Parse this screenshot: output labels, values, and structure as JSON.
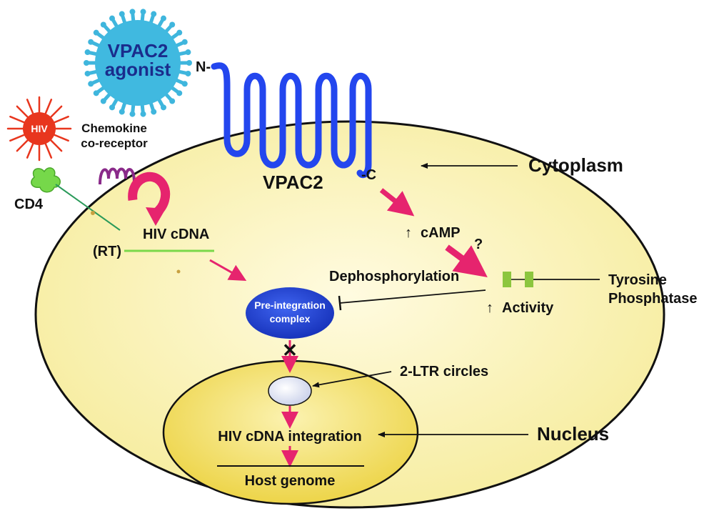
{
  "colors": {
    "cell": "#f8f0ae",
    "nucleus": "#f2dc5a",
    "receptor": "#2346ee",
    "arrow": "#e6246e",
    "agonist": "#3fb6dd",
    "hiv": "#e8361e",
    "cd4": "#7ad84a",
    "pic": "#1f3fc9",
    "phosphatase": "#8cc63e"
  },
  "labels": {
    "agonist": [
      "VPAC2",
      "agonist"
    ],
    "hiv": "HIV",
    "chemokine": [
      "Chemokine",
      "co-receptor"
    ],
    "cd4": "CD4",
    "receptor_n": "N-",
    "receptor_c": "-C",
    "vpac2": "VPAC2",
    "cytoplasm": "Cytoplasm",
    "hiv_cdna": "HIV cDNA",
    "rt": "(RT)",
    "camp": "cAMP",
    "question": "?",
    "dephosphorylation": "Dephosphorylation",
    "pic": [
      "Pre-integration",
      "complex"
    ],
    "activity": "Activity",
    "tyrosine_phosphatase": [
      "Tyrosine",
      "Phosphatase"
    ],
    "blocked": "✕",
    "ltr": "2-LTR circles",
    "integration": "HIV cDNA integration",
    "nucleus": "Nucleus",
    "host_genome": "Host genome",
    "up_arrow": "↑"
  }
}
